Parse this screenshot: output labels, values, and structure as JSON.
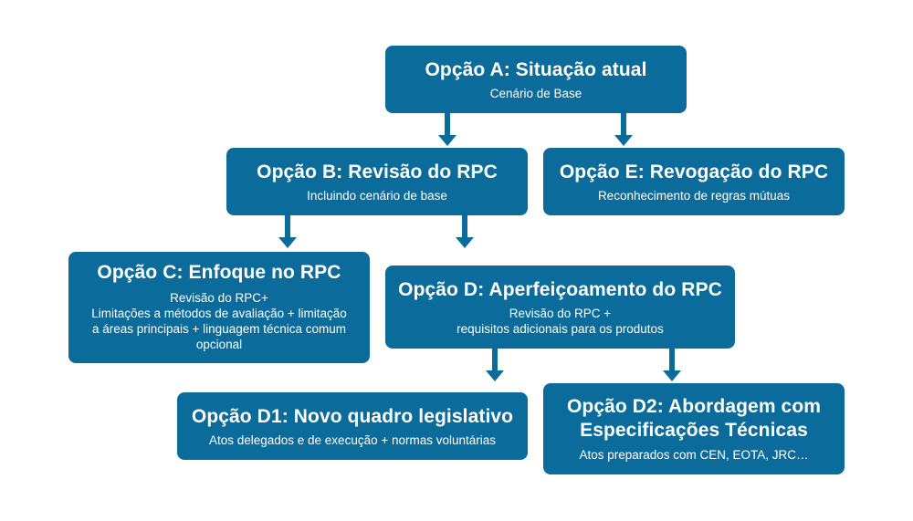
{
  "colors": {
    "box_fill": "#0b6b9a",
    "box_text": "#ffffff",
    "arrow": "#0b6b9a"
  },
  "nodes": {
    "a": {
      "title": "Opção A: Situação atual",
      "lines": [
        "Cenário de Base"
      ]
    },
    "b": {
      "title": "Opção B: Revisão do RPC",
      "lines": [
        "Incluindo cenário de base"
      ]
    },
    "e": {
      "title": "Opção E: Revogação do RPC",
      "lines": [
        "Reconhecimento de regras mútuas"
      ]
    },
    "c": {
      "title": "Opção C: Enfoque no RPC",
      "lines": [
        "Revisão do RPC+",
        "Limitações a métodos de avaliação + limitação",
        "a áreas principais + linguagem técnica comum",
        "opcional"
      ]
    },
    "d": {
      "title": "Opção D: Aperfeiçoamento do RPC",
      "lines": [
        "Revisão do RPC +",
        "requisitos adicionais para os produtos"
      ]
    },
    "d1": {
      "title": "Opção D1: Novo quadro legislativo",
      "lines": [
        "Atos delegados e de execução + normas voluntárias"
      ]
    },
    "d2": {
      "title_lines": [
        "Opção D2: Abordagem com",
        "Especificações Técnicas"
      ],
      "lines": [
        "Atos preparados com CEN, EOTA, JRC…"
      ]
    }
  },
  "edges": [
    {
      "from": "a",
      "to": "b"
    },
    {
      "from": "a",
      "to": "e"
    },
    {
      "from": "b",
      "to": "c"
    },
    {
      "from": "b",
      "to": "d"
    },
    {
      "from": "d",
      "to": "d1"
    },
    {
      "from": "d",
      "to": "d2"
    }
  ]
}
